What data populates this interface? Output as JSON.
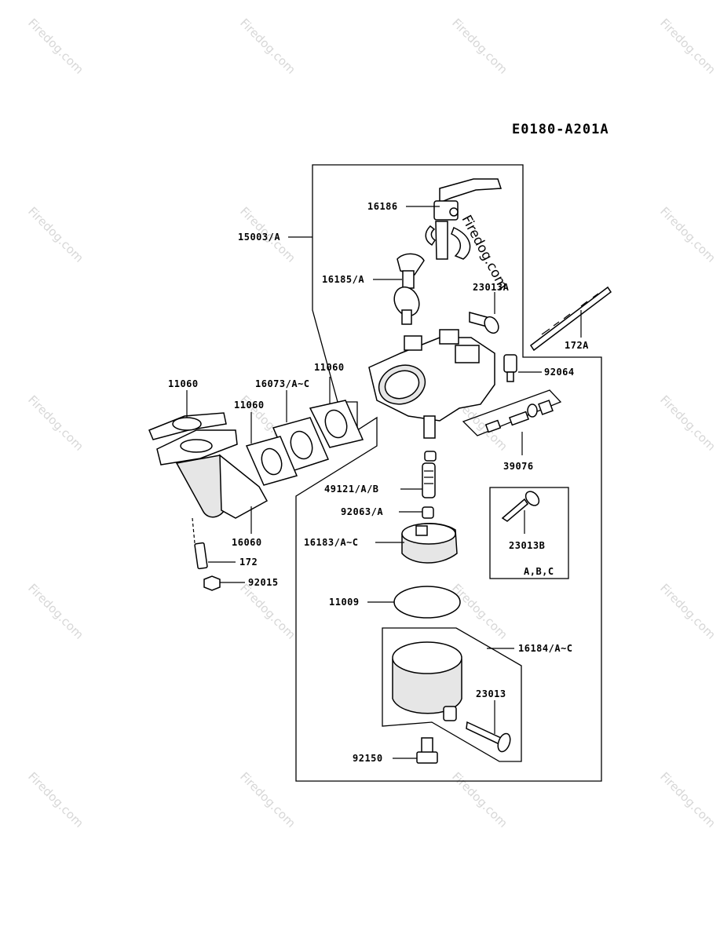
{
  "diagram_code": "E0180-A201A",
  "watermark": "Firedog.com",
  "parts": {
    "p16186": "16186",
    "p15003": "15003/A",
    "p16185": "16185/A",
    "p23013A": "23013A",
    "p172A": "172A",
    "p92064": "92064",
    "p11060a": "11060",
    "p16073": "16073/A~C",
    "p11060b": "11060",
    "p11060c": "11060",
    "p39076": "39076",
    "p49121": "49121/A/B",
    "p92063": "92063/A",
    "p23013B": "23013B",
    "p23013B_variants": "A,B,C",
    "p16183": "16183/A~C",
    "p16060": "16060",
    "p172": "172",
    "p92015": "92015",
    "p11009": "11009",
    "p16184": "16184/A~C",
    "p23013": "23013",
    "p92150": "92150"
  }
}
